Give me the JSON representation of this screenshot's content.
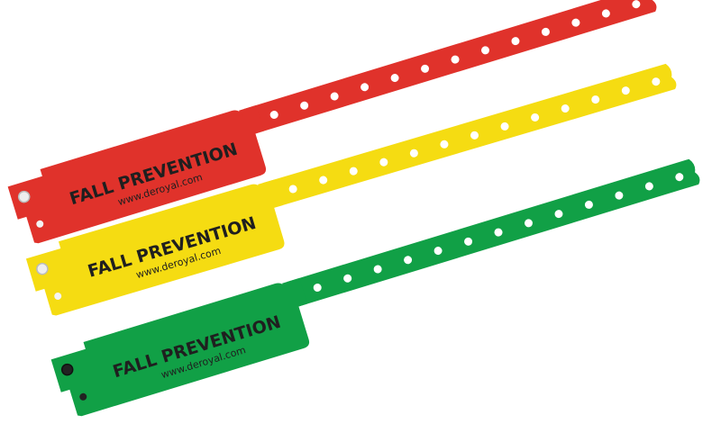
{
  "bands": [
    {
      "color": "#e0322b",
      "title": "FALL PREVENTION",
      "url": "www.deroyal.com"
    },
    {
      "color": "#f5dc12",
      "title": "FALL PREVENTION",
      "url": "www.deroyal.com"
    },
    {
      "color": "#11a046",
      "title": "FALL PREVENTION",
      "url": "www.deroyal.com"
    }
  ]
}
